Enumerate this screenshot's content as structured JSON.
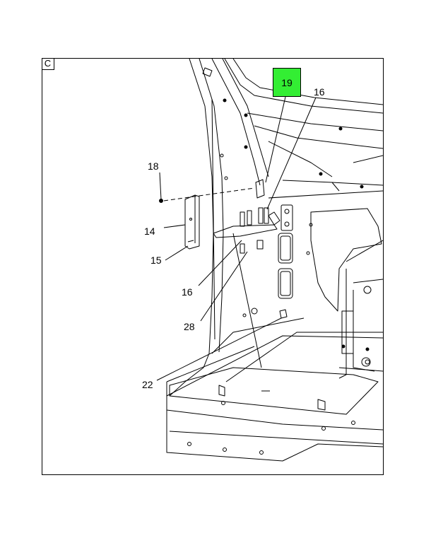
{
  "view": {
    "letter": "C"
  },
  "highlight": {
    "label": "19",
    "color": "#33ee33"
  },
  "callouts": {
    "c18": "18",
    "c14": "14",
    "c15": "15",
    "c16_top": "16",
    "c16_bottom": "16",
    "c28": "28",
    "c22": "22"
  }
}
